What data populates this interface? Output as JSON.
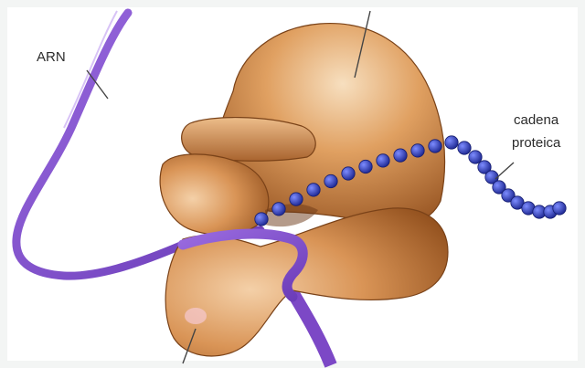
{
  "labels": {
    "rna": "ARN",
    "protein_chain_line1": "cadena",
    "protein_chain_line2": "proteica"
  },
  "colors": {
    "background": "#ffffff",
    "ribosome": "#c47a3f",
    "rna_ribbon": "#8a5ad0",
    "protein_beads": "#2f3fb0",
    "leader_lines": "#444444"
  }
}
